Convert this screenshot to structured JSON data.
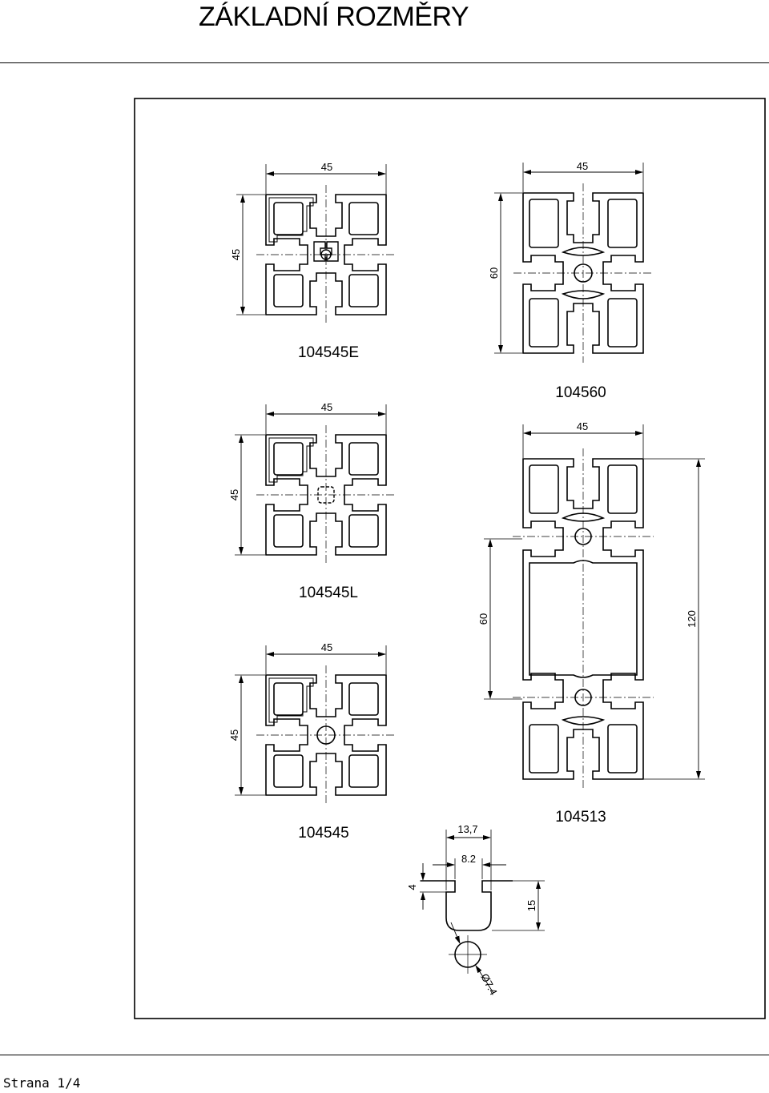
{
  "header": {
    "title": "ZÁKLADNÍ ROZMĚRY"
  },
  "footer": {
    "page": "Strana  1/4"
  },
  "profiles": [
    {
      "label": "104545E",
      "width_dim": "45",
      "height_dim": "45"
    },
    {
      "label": "104560",
      "width_dim": "45",
      "height_dim": "60"
    },
    {
      "label": "104545L",
      "width_dim": "45",
      "height_dim": "45"
    },
    {
      "label": "104513",
      "width_dim": "45",
      "height_dim": "120",
      "inner_dim": "60"
    },
    {
      "label": "104545",
      "width_dim": "45",
      "height_dim": "45"
    }
  ],
  "slot_detail": {
    "opening": "13,7",
    "slot_width": "8.2",
    "lip": "4",
    "depth": "15",
    "hole": "Ø7.4"
  }
}
